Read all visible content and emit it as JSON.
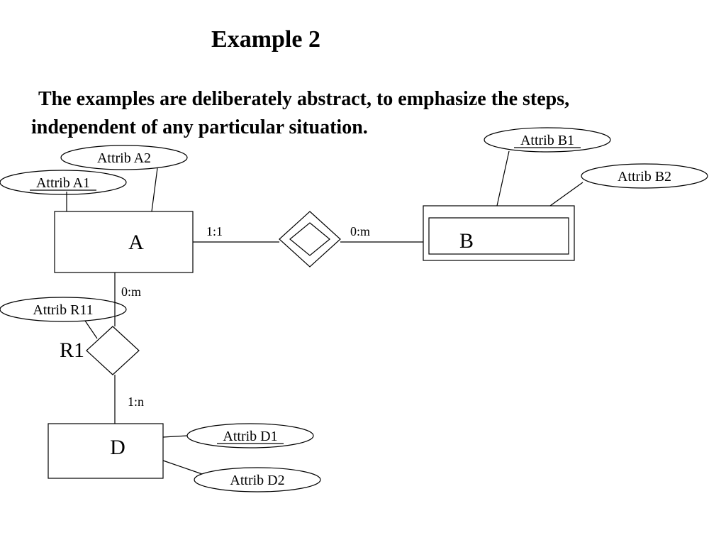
{
  "slide": {
    "title": "Example 2",
    "body_line1": "The examples are deliberately abstract, to emphasize the steps,",
    "body_line2": "independent of any particular situation."
  },
  "diagram": {
    "entities": {
      "a": "A",
      "b": "B",
      "d": "D"
    },
    "relationships": {
      "r1": "R1"
    },
    "attributes": {
      "a1": "Attrib A1",
      "a2": "Attrib A2",
      "b1": "Attrib B1",
      "b2": "Attrib B2",
      "r11": "Attrib R11",
      "d1": "Attrib D1",
      "d2": "Attrib D2"
    },
    "cardinalities": {
      "a_to_identifying": "1:1",
      "identifying_to_b": "0:m",
      "a_to_r1": "0:m",
      "r1_to_d": "1:n"
    }
  }
}
